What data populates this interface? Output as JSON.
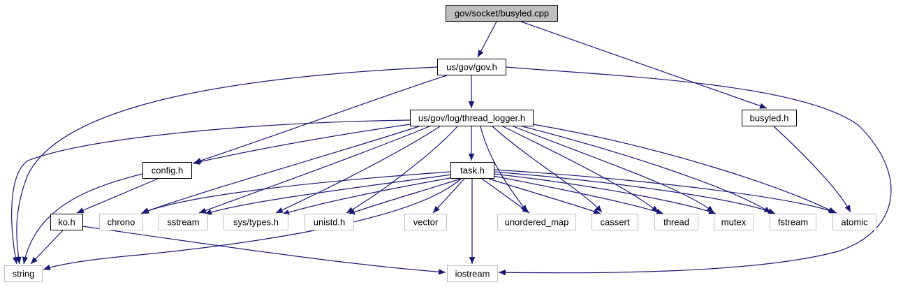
{
  "colors": {
    "edge": "#191970",
    "focus_fill": "#bfbfbf",
    "node_border": "#000000",
    "external_border": "#bfbfbf",
    "text": "#000000"
  },
  "nodes": [
    {
      "id": "busyled_cpp",
      "label": "gov/socket/busyled.cpp",
      "kind": "focus"
    },
    {
      "id": "gov_h",
      "label": "us/gov/gov.h",
      "kind": "local"
    },
    {
      "id": "thread_logger_h",
      "label": "us/gov/log/thread_logger.h",
      "kind": "local"
    },
    {
      "id": "busyled_h",
      "label": "busyled.h",
      "kind": "local"
    },
    {
      "id": "config_h",
      "label": "config.h",
      "kind": "local"
    },
    {
      "id": "task_h",
      "label": "task.h",
      "kind": "local"
    },
    {
      "id": "ko_h",
      "label": "ko.h",
      "kind": "local"
    },
    {
      "id": "chrono",
      "label": "chrono",
      "kind": "external"
    },
    {
      "id": "sstream",
      "label": "sstream",
      "kind": "external"
    },
    {
      "id": "sys_types_h",
      "label": "sys/types.h",
      "kind": "external"
    },
    {
      "id": "unistd_h",
      "label": "unistd.h",
      "kind": "external"
    },
    {
      "id": "vector",
      "label": "vector",
      "kind": "external"
    },
    {
      "id": "unordered_map",
      "label": "unordered_map",
      "kind": "external"
    },
    {
      "id": "cassert",
      "label": "cassert",
      "kind": "external"
    },
    {
      "id": "thread",
      "label": "thread",
      "kind": "external"
    },
    {
      "id": "mutex",
      "label": "mutex",
      "kind": "external"
    },
    {
      "id": "fstream",
      "label": "fstream",
      "kind": "external"
    },
    {
      "id": "atomic",
      "label": "atomic",
      "kind": "external"
    },
    {
      "id": "string",
      "label": "string",
      "kind": "external"
    },
    {
      "id": "iostream",
      "label": "iostream",
      "kind": "external"
    }
  ],
  "edges": [
    [
      "busyled_cpp",
      "gov_h"
    ],
    [
      "busyled_cpp",
      "busyled_h"
    ],
    [
      "gov_h",
      "thread_logger_h"
    ],
    [
      "gov_h",
      "config_h"
    ],
    [
      "gov_h",
      "string"
    ],
    [
      "gov_h",
      "iostream"
    ],
    [
      "busyled_h",
      "atomic"
    ],
    [
      "thread_logger_h",
      "task_h"
    ],
    [
      "thread_logger_h",
      "config_h"
    ],
    [
      "thread_logger_h",
      "string"
    ],
    [
      "thread_logger_h",
      "chrono"
    ],
    [
      "thread_logger_h",
      "sstream"
    ],
    [
      "thread_logger_h",
      "sys_types_h"
    ],
    [
      "thread_logger_h",
      "unistd_h"
    ],
    [
      "thread_logger_h",
      "unordered_map"
    ],
    [
      "thread_logger_h",
      "cassert"
    ],
    [
      "thread_logger_h",
      "thread"
    ],
    [
      "thread_logger_h",
      "mutex"
    ],
    [
      "thread_logger_h",
      "fstream"
    ],
    [
      "thread_logger_h",
      "atomic"
    ],
    [
      "config_h",
      "ko_h"
    ],
    [
      "config_h",
      "string"
    ],
    [
      "ko_h",
      "string"
    ],
    [
      "ko_h",
      "iostream"
    ],
    [
      "task_h",
      "chrono"
    ],
    [
      "task_h",
      "sstream"
    ],
    [
      "task_h",
      "sys_types_h"
    ],
    [
      "task_h",
      "unistd_h"
    ],
    [
      "task_h",
      "vector"
    ],
    [
      "task_h",
      "unordered_map"
    ],
    [
      "task_h",
      "cassert"
    ],
    [
      "task_h",
      "thread"
    ],
    [
      "task_h",
      "mutex"
    ],
    [
      "task_h",
      "fstream"
    ],
    [
      "task_h",
      "atomic"
    ],
    [
      "task_h",
      "string"
    ],
    [
      "task_h",
      "iostream"
    ]
  ]
}
